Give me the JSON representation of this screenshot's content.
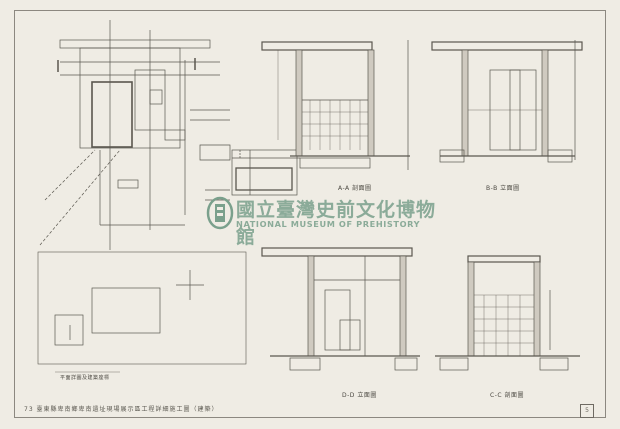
{
  "sections": {
    "aa": "A-A 剖面圖",
    "bb": "B-B 立面圖",
    "dd": "D-D 立面圖",
    "cc": "C-C 剖面圖",
    "plan_note": "平面詳圖及建築座標"
  },
  "watermark": {
    "chinese": "國立臺灣史前文化博物館",
    "english": "NATIONAL MUSEUM OF PREHISTORY"
  },
  "footer": {
    "caption": "73 臺東縣卑南鄉卑南遺址現場展示區工程詳細施工圖（建築）",
    "sheet_no": "5"
  },
  "colors": {
    "paper": "#efece4",
    "line": "#5a574f",
    "watermark": "#7aa08c"
  }
}
